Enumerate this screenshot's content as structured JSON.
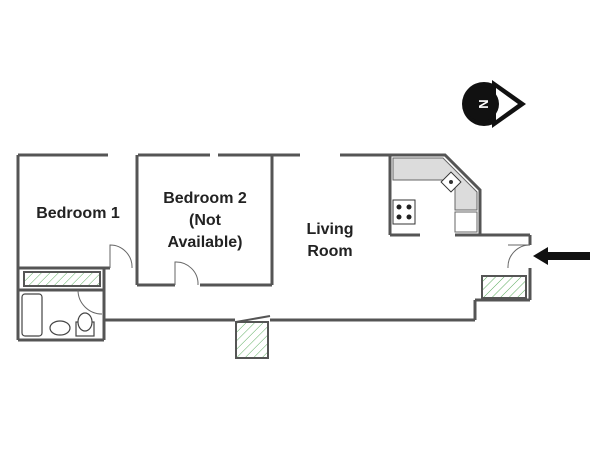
{
  "rooms": {
    "bedroom1": {
      "lines": [
        "Bedroom 1"
      ]
    },
    "bedroom2": {
      "lines": [
        "Bedroom 2",
        "(Not",
        "Available)"
      ]
    },
    "living": {
      "lines": [
        "Living",
        "Room"
      ]
    }
  },
  "compass": {
    "letter": "N",
    "icon": "north-arrow-icon"
  },
  "entrance": {
    "icon": "entrance-arrow-icon"
  },
  "colors": {
    "wall": "#555555",
    "wall_fill": "#6a6a6a",
    "hatch": "#4caf50",
    "counter": "#dcdcdc",
    "compass": "#111111"
  }
}
